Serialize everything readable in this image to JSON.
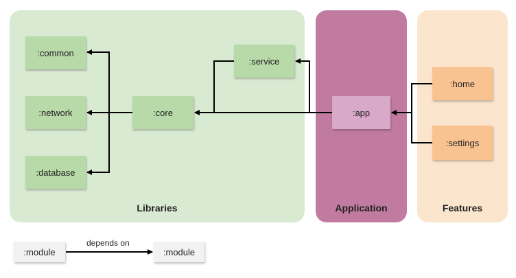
{
  "groups": {
    "libraries": {
      "label": "Libraries",
      "color": "#d9ead3"
    },
    "application": {
      "label": "Application",
      "color": "#c27ba0"
    },
    "features": {
      "label": "Features",
      "color": "#fce5cd"
    }
  },
  "nodes": {
    "common": ":common",
    "network": ":network",
    "database": ":database",
    "core": ":core",
    "service": ":service",
    "app": ":app",
    "home": ":home",
    "settings": ":settings"
  },
  "legend": {
    "from_module": ":module",
    "to_module": ":module",
    "edge_label": "depends on"
  },
  "colors": {
    "library_module": "#b8d9a8",
    "app_module": "#d8a9c8",
    "feature_module": "#f9c391",
    "arrow": "#000000"
  }
}
